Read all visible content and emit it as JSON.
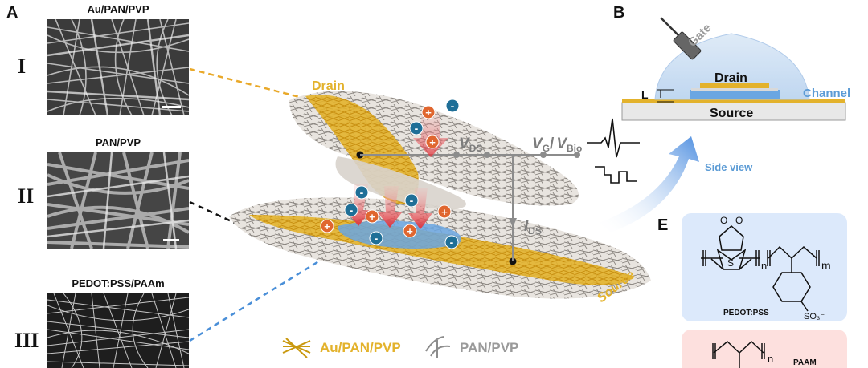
{
  "panel_letters": {
    "a": "A",
    "b": "B",
    "e": "E"
  },
  "sem_panels": [
    {
      "roman": "I",
      "label": "Au/PAN/PVP"
    },
    {
      "roman": "II",
      "label": "PAN/PVP"
    },
    {
      "roman": "III",
      "label": "PEDOT:PSS/PAAm"
    }
  ],
  "device": {
    "drain_label": "Drain",
    "source_label": "Source",
    "vds_main": "V",
    "vds_sub": "DS",
    "vg_main": "V",
    "vg_sub": "G",
    "slash": "/",
    "vbio_main": "V",
    "vbio_sub": "Bio",
    "ids_main": "I",
    "ids_sub": "DS",
    "plus": "+",
    "minus": "-"
  },
  "legend": {
    "au": "Au/PAN/PVP",
    "pan": "PAN/PVP"
  },
  "side_view": {
    "gate": "Gate",
    "drain": "Drain",
    "channel": "Channel",
    "source": "Source",
    "l": "L",
    "caption": "Side view"
  },
  "chem": {
    "o1": "O",
    "o2": "O",
    "s": "S",
    "n1": "n",
    "m": "m",
    "so3": "SO₃⁻",
    "pedot_label": "PEDOT:PSS",
    "n2": "n",
    "paam_label": "PAAM"
  },
  "colors": {
    "gold": "#e3b22c",
    "blue": "#5b9bd5",
    "grey": "#8c8c8c",
    "pos": "#e0662f",
    "neg": "#1f6f97",
    "pedot_bg": "#dce9fb",
    "paam_bg": "#fde0de"
  }
}
